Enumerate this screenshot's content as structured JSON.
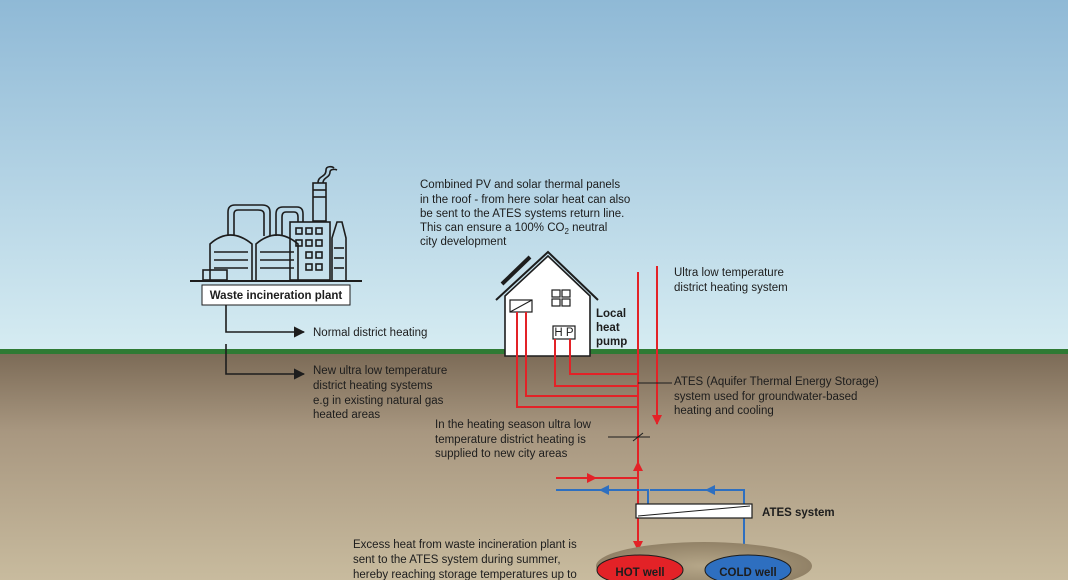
{
  "plant": {
    "label": "Waste incineration plant"
  },
  "branches": {
    "normal": "Normal district heating",
    "new_lines": [
      "New ultra low temperature",
      "district heating systems",
      "e.g in existing natural gas",
      "heated areas"
    ]
  },
  "house": {
    "solar_note_lines": [
      "Combined PV and solar thermal panels",
      "in the roof - from here solar heat can also",
      "be sent to the ATES systems return line."
    ],
    "co2_line": {
      "pre": "This can ensure a 100% CO",
      "sub": "2",
      "post": " neutral"
    },
    "solar_note_last": "city development",
    "hp_label": "H P",
    "local_hp_lines": [
      "Local",
      "heat",
      "pump"
    ]
  },
  "district": {
    "lines": [
      "Ultra low temperature",
      "district heating system"
    ]
  },
  "ates": {
    "desc_lines": [
      "ATES (Aquifer Thermal Energy Storage)",
      "system used for groundwater-based",
      "heating and cooling"
    ],
    "system_label": "ATES system"
  },
  "heating_season": {
    "lines": [
      "In the heating season ultra low",
      "temperature district heating is",
      "supplied to new city areas"
    ]
  },
  "excess": {
    "lines": [
      "Excess heat from waste incineration plant is",
      "sent to the ATES system during summer,",
      "hereby reaching storage temperatures up to"
    ]
  },
  "wells": {
    "hot": "HOT well",
    "cold": "COLD well"
  },
  "colors": {
    "hot": "#e32227",
    "cold": "#2e6fc0",
    "ground_line": "#2f7a34",
    "sky_top": "#8fb9d6",
    "sky_bottom": "#d6ecf2"
  }
}
